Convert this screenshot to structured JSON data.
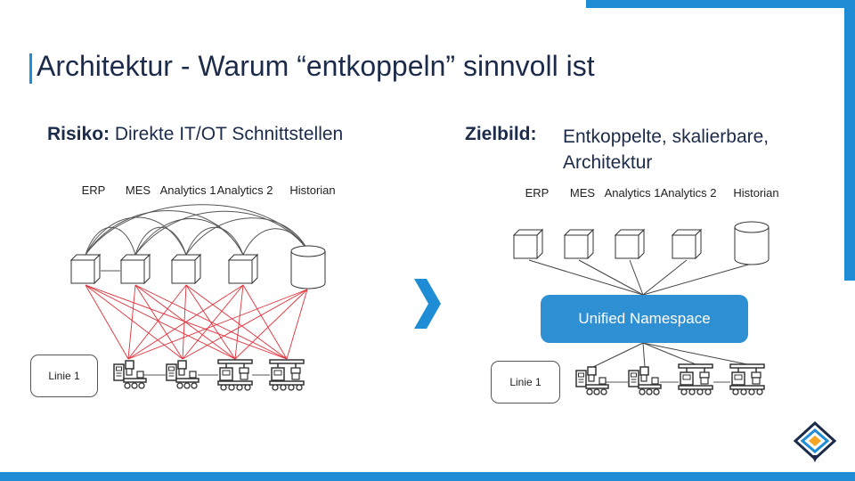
{
  "title": "Architektur - Warum “entkoppeln” sinnvoll ist",
  "left": {
    "heading_bold": "Risiko:",
    "heading_text": " Direkte IT/OT Schnittstellen",
    "systems": [
      "ERP",
      "MES",
      "Analytics 1",
      "Analytics 2",
      "Historian"
    ],
    "line_label": "Linie 1"
  },
  "right": {
    "heading_bold": "Zielbild:",
    "heading_text": "Entkoppelte, skalierbare, Architektur",
    "systems": [
      "ERP",
      "MES",
      "Analytics 1",
      "Analytics 2",
      "Historian"
    ],
    "hub_label": "Unified Namespace",
    "line_label": "Linie 1"
  },
  "colors": {
    "accent": "#1f8dd6",
    "hub": "#2f8fd3",
    "direct_link": "#e0303a",
    "title": "#1c2b4a"
  },
  "icons": [
    "cube-icon",
    "database-icon",
    "machine-icon",
    "arrow-chevron-icon",
    "logo-icon"
  ]
}
